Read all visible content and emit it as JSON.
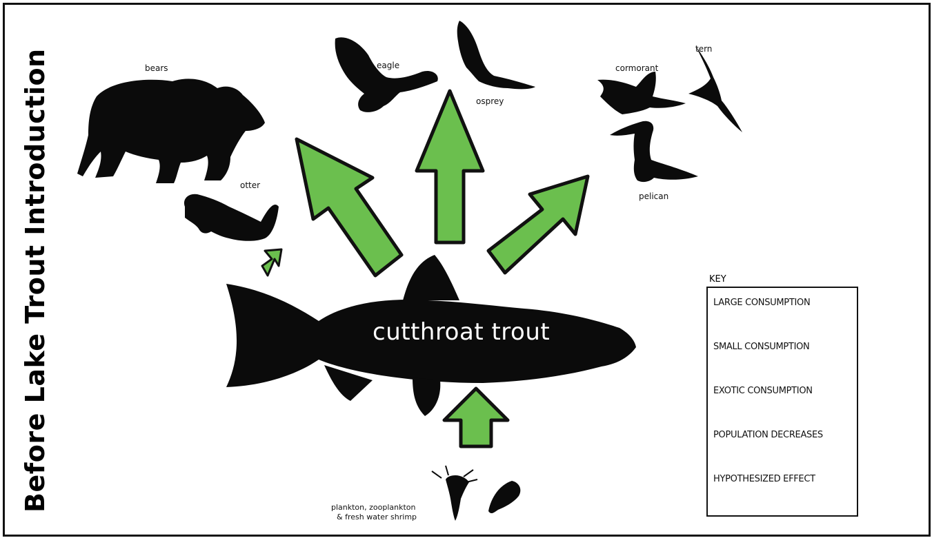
{
  "title": "Before Lake Trout Introduction",
  "center": "cutthroat trout",
  "organisms": {
    "bears": "bears",
    "otter": "otter",
    "eagle": "eagle",
    "osprey": "osprey",
    "cormorant": "cormorant",
    "tern": "tern",
    "pelican": "pelican",
    "prey": "plankton, zooplankton",
    "prey2": "& fresh water shrimp"
  },
  "key": {
    "heading": "KEY",
    "items": [
      {
        "label": "LARGE CONSUMPTION",
        "color": "#6bbf4e"
      },
      {
        "label": "SMALL CONSUMPTION",
        "color": "#9fc7cf"
      },
      {
        "label": "EXOTIC CONSUMPTION",
        "color": "#e32222"
      },
      {
        "label": "POPULATION DECREASES",
        "color": "#f2ea1d"
      },
      {
        "label": "HYPOTHESIZED EFFECT",
        "color": "#c98aa0"
      }
    ]
  },
  "colors": {
    "arrow": "#6bbf4e",
    "silhouette": "#0b0b0b"
  }
}
